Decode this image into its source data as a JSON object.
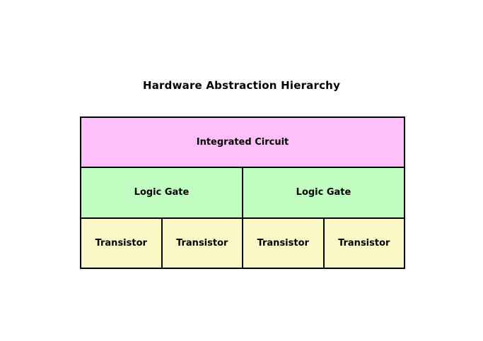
{
  "title": "Hardware Abstraction Hierarchy",
  "diagram": {
    "type": "layered-hierarchy",
    "border_color": "#000000",
    "background_color": "#ffffff",
    "levels": [
      {
        "name": "integrated-circuit-level",
        "color": "#ffc0fa",
        "cells": [
          "Integrated Circuit"
        ]
      },
      {
        "name": "logic-gate-level",
        "color": "#c2fdc2",
        "cells": [
          "Logic Gate",
          "Logic Gate"
        ]
      },
      {
        "name": "transistor-level",
        "color": "#faf8c6",
        "cells": [
          "Transistor",
          "Transistor",
          "Transistor",
          "Transistor"
        ]
      }
    ]
  }
}
